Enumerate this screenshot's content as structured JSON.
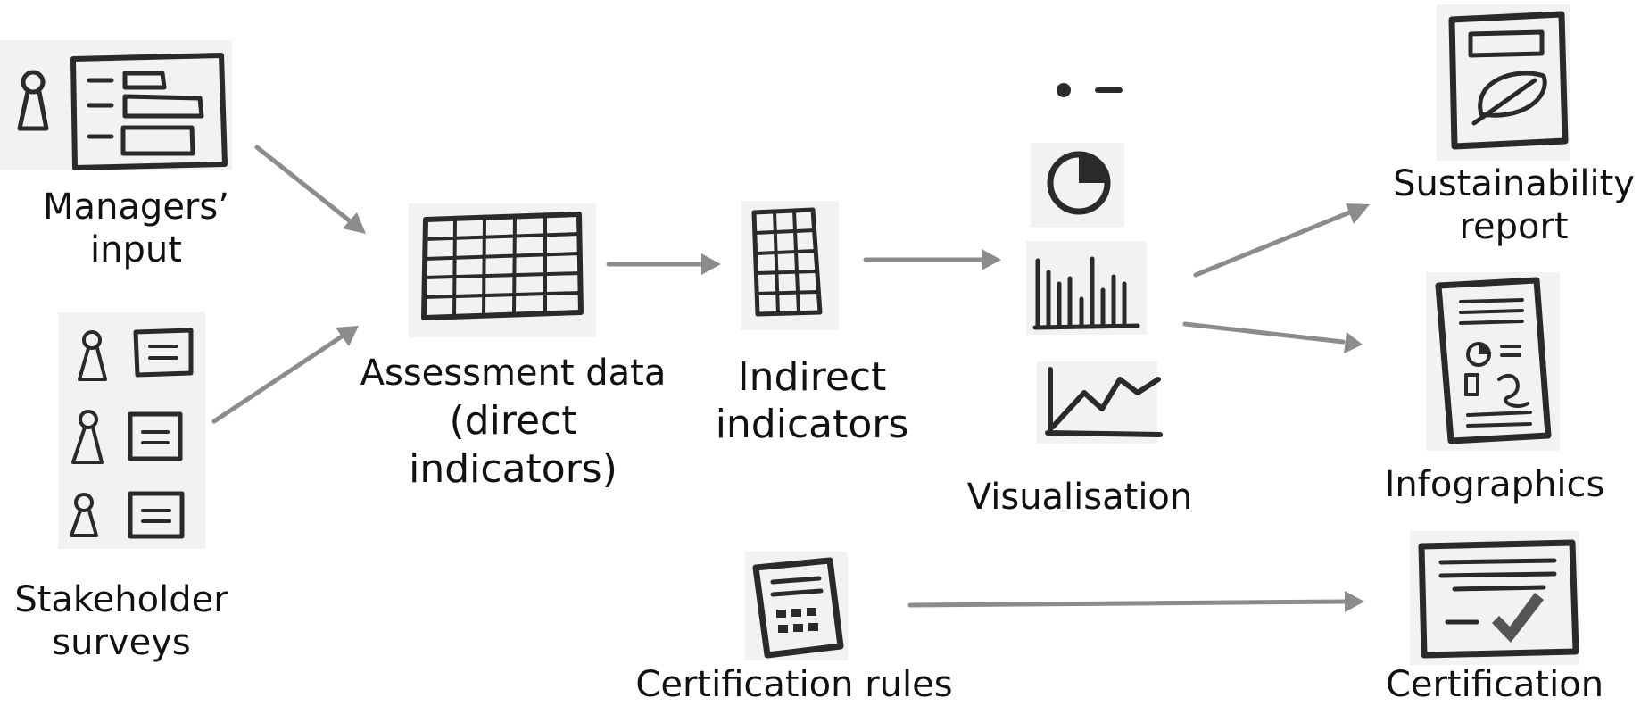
{
  "nodes": {
    "managers_input": {
      "line1": "Managers’",
      "line2": "input",
      "icon": "person-with-form-icon"
    },
    "stakeholder_surveys": {
      "line1": "Stakeholder",
      "line2": "surveys",
      "icon": "people-with-forms-icon"
    },
    "assessment_data": {
      "line1": "Assessment data",
      "line2": "(direct",
      "line3": "indicators)",
      "icon": "large-table-icon"
    },
    "indirect_indicators": {
      "line1": "Indirect",
      "line2": "indicators",
      "icon": "small-table-icon"
    },
    "visualisation": {
      "label": "Visualisation",
      "icons": [
        "legend-icon",
        "pie-chart-icon",
        "bar-chart-icon",
        "line-chart-icon"
      ]
    },
    "sustainability_report": {
      "line1": "Sustainability",
      "line2": "report",
      "icon": "leaf-report-icon"
    },
    "infographics": {
      "label": "Infographics",
      "icon": "infographic-poster-icon"
    },
    "certification_rules": {
      "label": "Certification rules",
      "icon": "rulebook-icon"
    },
    "certification": {
      "label": "Certification",
      "icon": "certificate-check-icon"
    }
  },
  "edges": [
    {
      "from": "managers_input",
      "to": "assessment_data"
    },
    {
      "from": "stakeholder_surveys",
      "to": "assessment_data"
    },
    {
      "from": "assessment_data",
      "to": "indirect_indicators"
    },
    {
      "from": "indirect_indicators",
      "to": "visualisation"
    },
    {
      "from": "visualisation",
      "to": "sustainability_report"
    },
    {
      "from": "visualisation",
      "to": "infographics"
    },
    {
      "from": "certification_rules",
      "to": "certification"
    }
  ],
  "colors": {
    "arrow": "#8c8c8c",
    "sketch": "#2a2a2a",
    "text": "#111111"
  }
}
